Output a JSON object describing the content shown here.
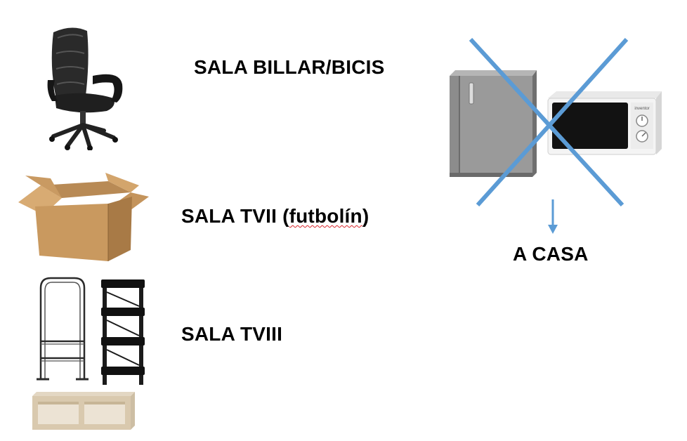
{
  "labels": {
    "sala_billar": "SALA BILLAR/BICIS",
    "sala_tvii_prefix": "SALA TVII (",
    "sala_tvii_word": "futbolín",
    "sala_tvii_suffix": ")",
    "sala_tviii": "SALA TVIII",
    "a_casa": "A CASA"
  },
  "appliance_brand": "inventor",
  "colors": {
    "cross": "#5b9bd5",
    "arrow": "#5b9bd5",
    "text": "#000000",
    "spellcheck": "#d9252a"
  },
  "icons": [
    "office-chair-icon",
    "cardboard-box-icon",
    "clothes-rack-icon",
    "shelf-unit-icon",
    "low-cube-shelf-icon",
    "fridge-icon",
    "microwave-icon",
    "cross-out-icon",
    "down-arrow-icon"
  ]
}
